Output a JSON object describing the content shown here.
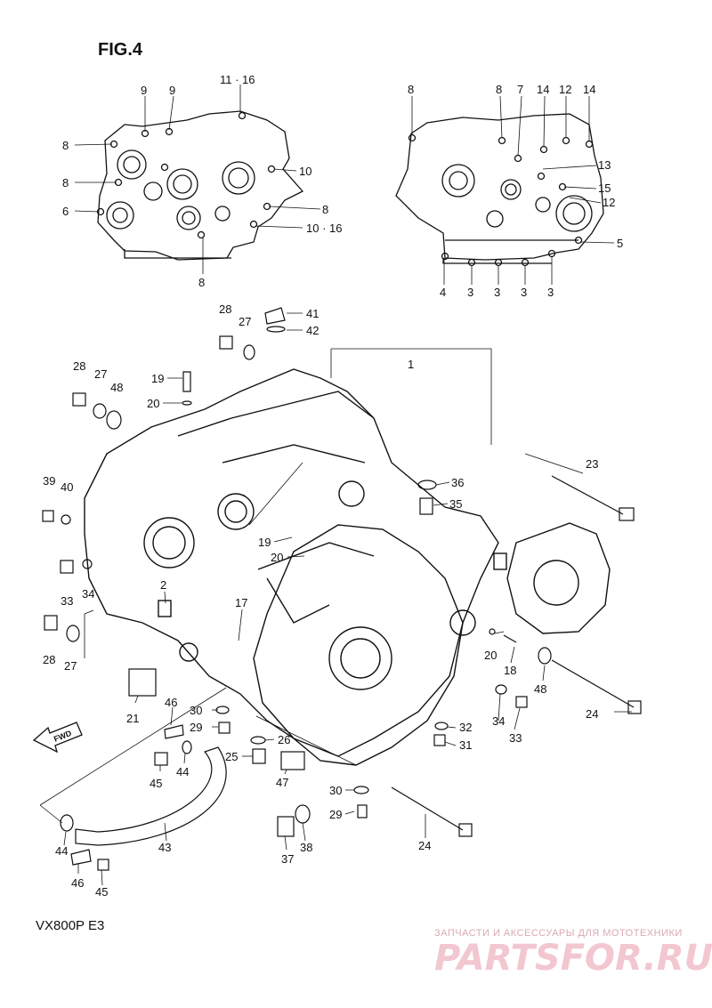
{
  "figure": {
    "title": "FIG.4",
    "model_code": "VX800P  E3"
  },
  "watermark": {
    "tagline": "ЗАПЧАСТИ И АКСЕССУАРЫ ДЛЯ МОТОТЕХНИКИ",
    "logo": "PARTSFOR.RU"
  },
  "callouts_left_view": {
    "c9a": "9",
    "c9b": "9",
    "c11_16": "11 · 16",
    "c8a": "8",
    "c8b": "8",
    "c6": "6",
    "c10": "10",
    "c8c": "8",
    "c10_16": "10 · 16",
    "c8d": "8"
  },
  "callouts_right_view": {
    "c8a": "8",
    "c8b": "8",
    "c7": "7",
    "c14a": "14",
    "c12a": "12",
    "c14b": "14",
    "c13": "13",
    "c15": "15",
    "c12b": "12",
    "c5": "5",
    "c4": "4",
    "c3a": "3",
    "c3b": "3",
    "c3c": "3",
    "c3d": "3"
  },
  "callouts_main": {
    "c28a": "28",
    "c41": "41",
    "c27a": "27",
    "c42": "42",
    "c1": "1",
    "c28b": "28",
    "c27b": "27",
    "c48a": "48",
    "c19a": "19",
    "c20a": "20",
    "c39": "39",
    "c40": "40",
    "c36": "36",
    "c35": "35",
    "c23": "23",
    "c33a": "33",
    "c34a": "34",
    "c19b": "19",
    "c20b": "20",
    "c2": "2",
    "c17": "17",
    "c28c": "28",
    "c27c": "27",
    "c20c": "20",
    "c18": "18",
    "c48b": "48",
    "c21": "21",
    "c46a": "46",
    "c30a": "30",
    "c29a": "29",
    "c26": "26",
    "c25": "25",
    "c44a": "44",
    "c45a": "45",
    "c47": "47",
    "c34b": "34",
    "c33b": "33",
    "c32": "32",
    "c31": "31",
    "c24a": "24",
    "c30b": "30",
    "c29b": "29",
    "c38": "38",
    "c37": "37",
    "c24b": "24",
    "c43": "43",
    "c44b": "44",
    "c46b": "46",
    "c45b": "45",
    "fwd": "FWD"
  }
}
